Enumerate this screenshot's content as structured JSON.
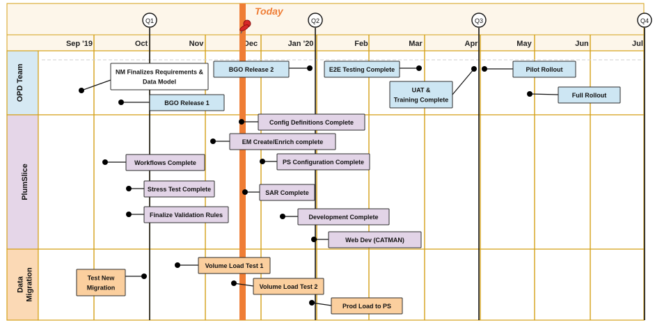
{
  "today_label": "Today",
  "quarters": [
    "Q1",
    "Q2",
    "Q3",
    "Q4"
  ],
  "months": [
    "Sep '19",
    "Oct",
    "Nov",
    "Dec",
    "Jan '20",
    "Feb",
    "Mar",
    "Apr",
    "May",
    "Jun",
    "Jul"
  ],
  "lanes": [
    {
      "name": "OPD Team",
      "lines": [
        "OPD Team"
      ],
      "color": "#d6e9f3"
    },
    {
      "name": "PlumSlice",
      "lines": [
        "PlumSlice"
      ],
      "color": "#e5d6e8"
    },
    {
      "name": "Data Migration",
      "lines": [
        "Data",
        "Migration"
      ],
      "color": "#fbd9b5"
    }
  ],
  "milestones": [
    {
      "lane": 0,
      "lines": [
        "NM Finalizes Requirements &",
        "Data Model"
      ],
      "fill": "#ffffff"
    },
    {
      "lane": 0,
      "lines": [
        "BGO Release 1"
      ],
      "fill": "#cde6f3"
    },
    {
      "lane": 0,
      "lines": [
        "BGO Release 2"
      ],
      "fill": "#cde6f3"
    },
    {
      "lane": 0,
      "lines": [
        "E2E Testing Complete"
      ],
      "fill": "#cde6f3"
    },
    {
      "lane": 0,
      "lines": [
        "UAT &",
        "Training Complete"
      ],
      "fill": "#cde6f3"
    },
    {
      "lane": 0,
      "lines": [
        "Pilot Rollout"
      ],
      "fill": "#cde6f3"
    },
    {
      "lane": 0,
      "lines": [
        "Full Rollout"
      ],
      "fill": "#cde6f3"
    },
    {
      "lane": 1,
      "lines": [
        "Config Definitions Complete"
      ],
      "fill": "#e2d4e7"
    },
    {
      "lane": 1,
      "lines": [
        "EM Create/Enrich complete"
      ],
      "fill": "#e2d4e7"
    },
    {
      "lane": 1,
      "lines": [
        "Workflows Complete"
      ],
      "fill": "#e2d4e7"
    },
    {
      "lane": 1,
      "lines": [
        "PS Configuration Complete"
      ],
      "fill": "#e2d4e7"
    },
    {
      "lane": 1,
      "lines": [
        "Stress Test Complete"
      ],
      "fill": "#e2d4e7"
    },
    {
      "lane": 1,
      "lines": [
        "SAR Complete"
      ],
      "fill": "#e2d4e7"
    },
    {
      "lane": 1,
      "lines": [
        "Finalize Validation Rules"
      ],
      "fill": "#e2d4e7"
    },
    {
      "lane": 1,
      "lines": [
        "Development Complete"
      ],
      "fill": "#e2d4e7"
    },
    {
      "lane": 1,
      "lines": [
        "Web Dev (CATMAN)"
      ],
      "fill": "#e2d4e7"
    },
    {
      "lane": 2,
      "lines": [
        "Test New",
        "Migration"
      ],
      "fill": "#fbcf9e"
    },
    {
      "lane": 2,
      "lines": [
        "Volume Load Test 1"
      ],
      "fill": "#fbcf9e"
    },
    {
      "lane": 2,
      "lines": [
        "Volume Load Test 2"
      ],
      "fill": "#fbcf9e"
    },
    {
      "lane": 2,
      "lines": [
        "Prod Load to PS"
      ],
      "fill": "#fbcf9e"
    }
  ],
  "colors": {
    "grid": "#d4a017",
    "header_bg": "#fdf6ea",
    "today": "#ef7d35",
    "pin": "#d62828"
  }
}
